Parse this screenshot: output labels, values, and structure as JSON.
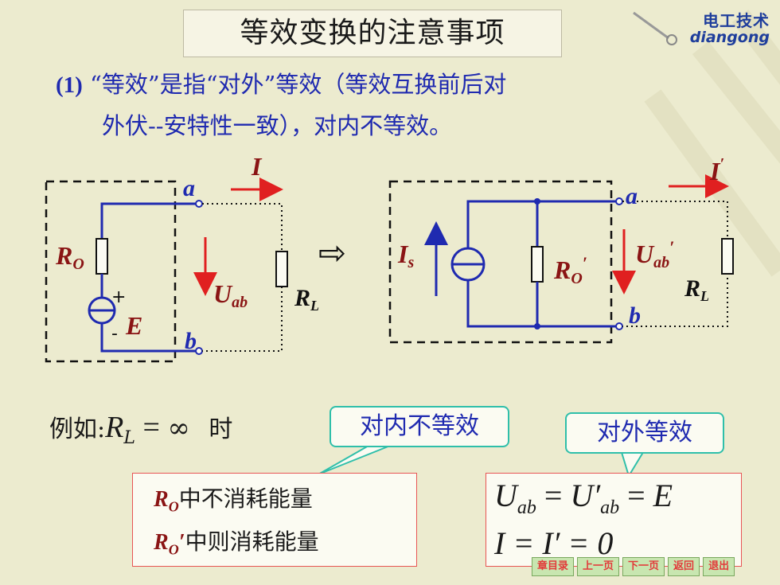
{
  "title": "等效变换的注意事项",
  "logo": {
    "cn": "电工技术",
    "en": "diangong"
  },
  "point": {
    "number": "(1)",
    "line1": "“等效”是指“对外”等效（等效互换前后对",
    "line2": "外伏--安特性一致），对内不等效。"
  },
  "circuit_left": {
    "r_label": "R",
    "r_sub": "O",
    "source_label": "E",
    "plus": "+",
    "minus": "-",
    "node_a": "a",
    "node_b": "b",
    "current": "I",
    "voltage": "U",
    "voltage_sub": "ab",
    "load": "R",
    "load_sub": "L"
  },
  "arrow_symbol": "⇨",
  "circuit_right": {
    "source_label": "I",
    "source_sub": "s",
    "r_label": "R",
    "r_sub": "O",
    "r_prime": "′",
    "node_a": "a",
    "node_b": "b",
    "current": "I",
    "current_prime": "′",
    "voltage": "U",
    "voltage_sub": "ab",
    "voltage_prime": "′",
    "load": "R",
    "load_sub": "L"
  },
  "example": {
    "prefix": "例如:",
    "var": "R",
    "var_sub": "L",
    "rel": "=",
    "value": "∞",
    "suffix": "时"
  },
  "callouts": {
    "internal": "对内不等效",
    "external": "对外等效"
  },
  "left_box": {
    "line1_r": "R",
    "line1_sub": "O",
    "line1_text": "中不消耗能量",
    "line2_r": "R",
    "line2_sub": "O",
    "line2_prime": "′",
    "line2_text": "中则消耗能量"
  },
  "right_box": {
    "eq1_a": "U",
    "eq1_a_sub": "ab",
    "eq1_eq": " = ",
    "eq1_b": "U′",
    "eq1_b_sub": "ab",
    "eq1_eq2": " = ",
    "eq1_c": "E",
    "eq2": "I = I′ = 0"
  },
  "nav": {
    "toc": "章目录",
    "prev": "上一页",
    "next": "下一页",
    "back": "返回",
    "exit": "退出"
  },
  "colors": {
    "wire": "#1f2ab0",
    "arrow": "#e02020",
    "label_red": "#8a1414",
    "dashed": "#111111",
    "separator": "#e030e0"
  }
}
